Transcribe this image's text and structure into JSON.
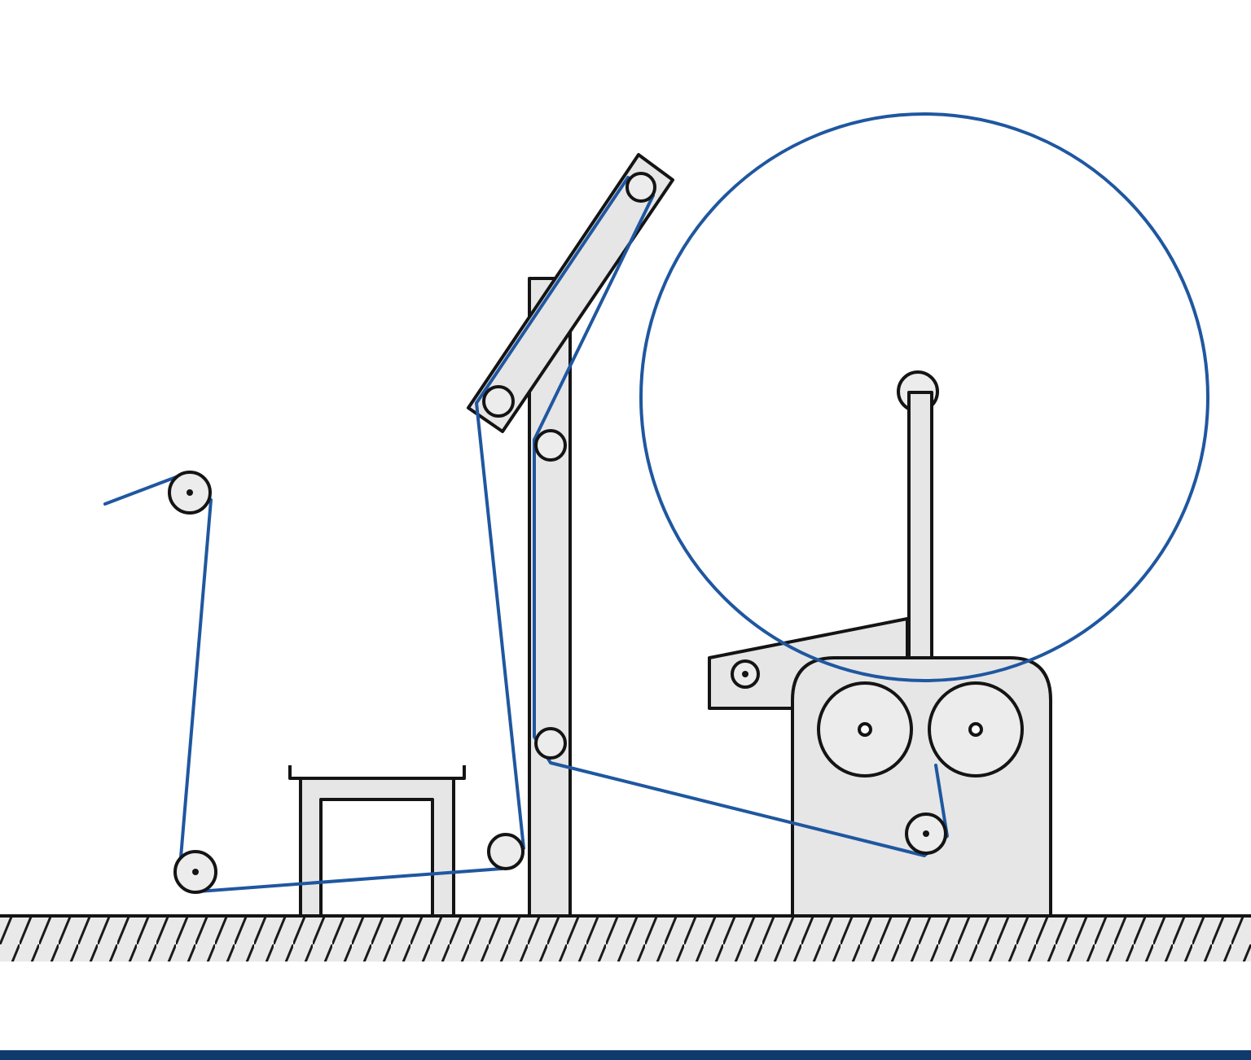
{
  "colors": {
    "belt": "#1f57a0",
    "outline": "#141414",
    "machine_fill": "#e6e6e6",
    "ground_fill": "#e9e9e9",
    "bottom_bar": "#0f3a6e",
    "background": "#ffffff"
  },
  "components": {
    "unwind_reel": "large-reel",
    "tower": "vertical-tower",
    "swing_arm": "tilted-guide-arm",
    "stand": "small-stand",
    "drive_unit": "drive-housing",
    "ground": "hatched-floor"
  }
}
